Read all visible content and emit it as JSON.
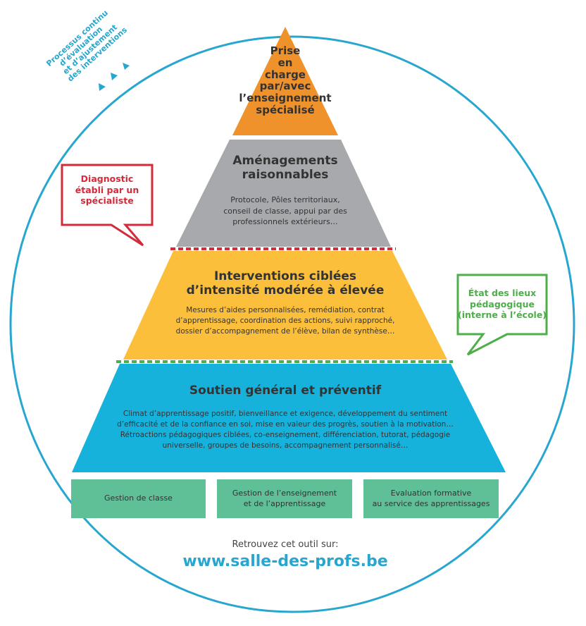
{
  "process_label": [
    "Processus continu",
    "d’évaluation",
    "et d’ajustement",
    "des interventions"
  ],
  "tiers": {
    "specialise": {
      "title_lines": [
        "Prise",
        "en",
        "charge",
        "par/avec",
        "l’enseignement",
        "spécialisé"
      ]
    },
    "amenagements": {
      "title_lines": [
        "Aménagements",
        "raisonnables"
      ],
      "text_lines": [
        "Protocole, Pôles territoriaux,",
        "conseil de classe, appui par des",
        "professionnels extérieurs…"
      ]
    },
    "interventions": {
      "title_lines": [
        "Interventions ciblées",
        "d’intensité modérée à élevée"
      ],
      "text_lines": [
        "Mesures d’aides personnalisées, remédiation, contrat",
        "d’apprentissage, coordination des actions, suivi rapproché,",
        "dossier d’accompagnement de l’élève, bilan de synthèse…"
      ]
    },
    "soutien": {
      "title_lines": [
        "Soutien général et préventif"
      ],
      "text_lines": [
        "Climat d’apprentissage positif, bienveillance et exigence, développement du sentiment",
        "d’efficacité et de la confiance en soi, mise en valeur des progrès, soutien à la motivation…",
        "Rétroactions pédagogiques ciblées, co-enseignement, différenciation, tutorat, pédagogie",
        "universelle, groupes de besoins, accompagnement personnalisé…"
      ]
    }
  },
  "foundation": [
    {
      "lines": [
        "Gestion de classe"
      ]
    },
    {
      "lines": [
        "Gestion de l’enseignement",
        "et de l’apprentissage"
      ]
    },
    {
      "lines": [
        "Evaluation formative",
        "au service des apprentissages"
      ]
    }
  ],
  "bubbles": {
    "diagnostic": {
      "lines": [
        "Diagnostic",
        "établi par un",
        "spécialiste"
      ],
      "color": "#d22b3a"
    },
    "etat": {
      "lines": [
        "État des lieux",
        "pédagogique",
        "(interne à l’école)"
      ],
      "color": "#4dae4a"
    }
  },
  "footer": {
    "intro": "Retrouvez cet outil sur:",
    "url": "www.salle-des-profs.be"
  },
  "colors": {
    "orange": "#f0922b",
    "gray": "#a7a9ac",
    "yellow": "#fbbf3b",
    "blue": "#16b2dc",
    "green_box": "#5fbf96",
    "circle": "#27a7cf",
    "red_dash": "#d22b3a",
    "green_dash": "#4dae4a"
  }
}
